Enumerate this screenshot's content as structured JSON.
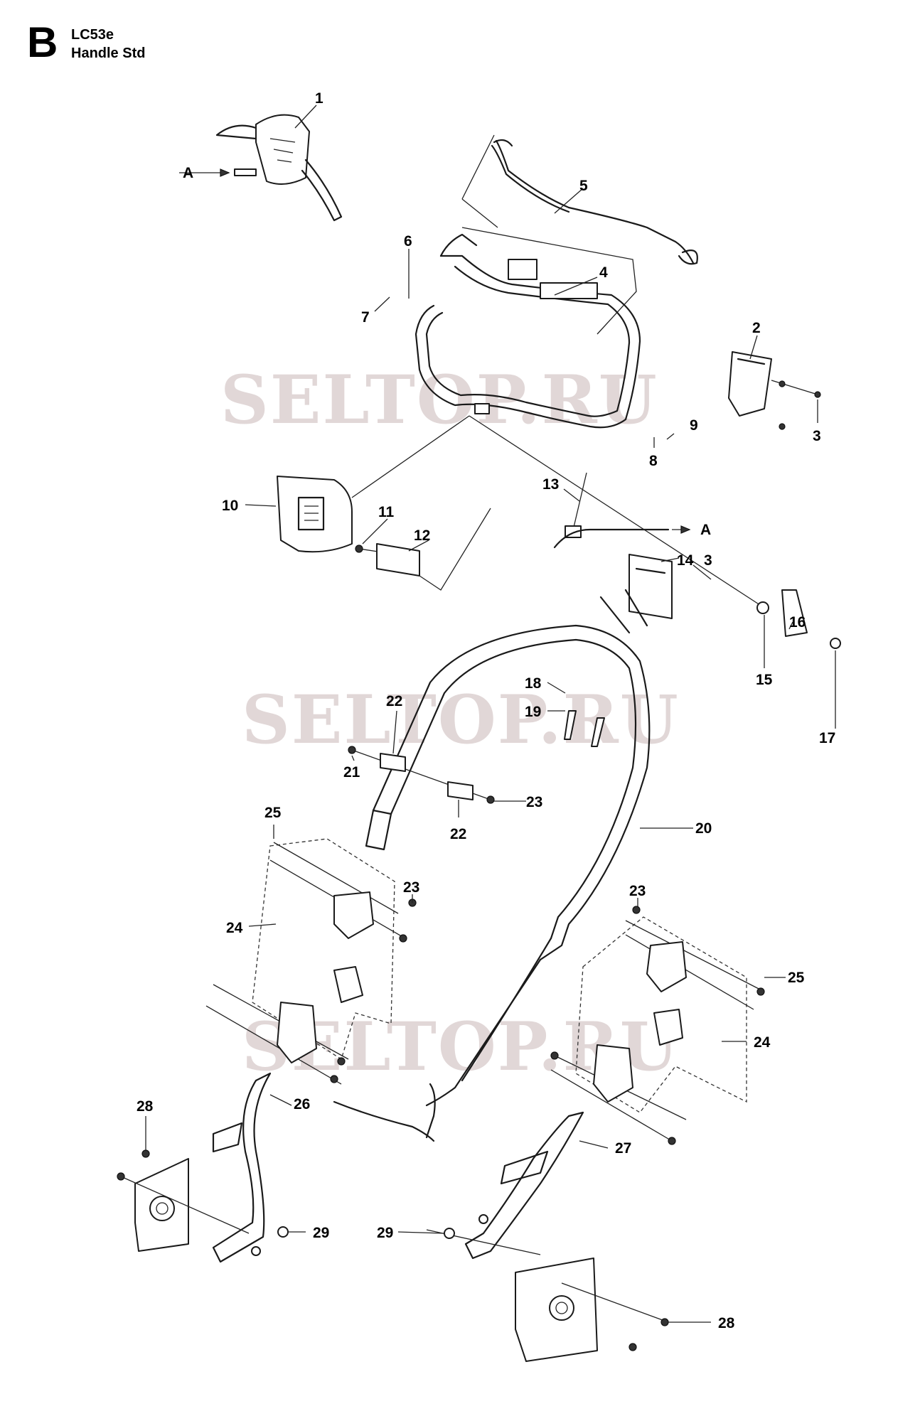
{
  "header": {
    "section_letter": "B",
    "model": "LC53e",
    "title": "Handle Std"
  },
  "watermark": "SELTOP.RU",
  "callouts": [
    "1",
    "2",
    "3",
    "3",
    "4",
    "5",
    "6",
    "7",
    "8",
    "9",
    "10",
    "11",
    "12",
    "13",
    "14",
    "15",
    "16",
    "17",
    "18",
    "19",
    "20",
    "21",
    "22",
    "22",
    "23",
    "23",
    "23",
    "24",
    "24",
    "25",
    "25",
    "26",
    "27",
    "28",
    "28",
    "29",
    "29"
  ],
  "connector_label": "A",
  "colors": {
    "line": "#1a1a1a",
    "watermark": "#c9b8b8",
    "background": "#ffffff"
  }
}
